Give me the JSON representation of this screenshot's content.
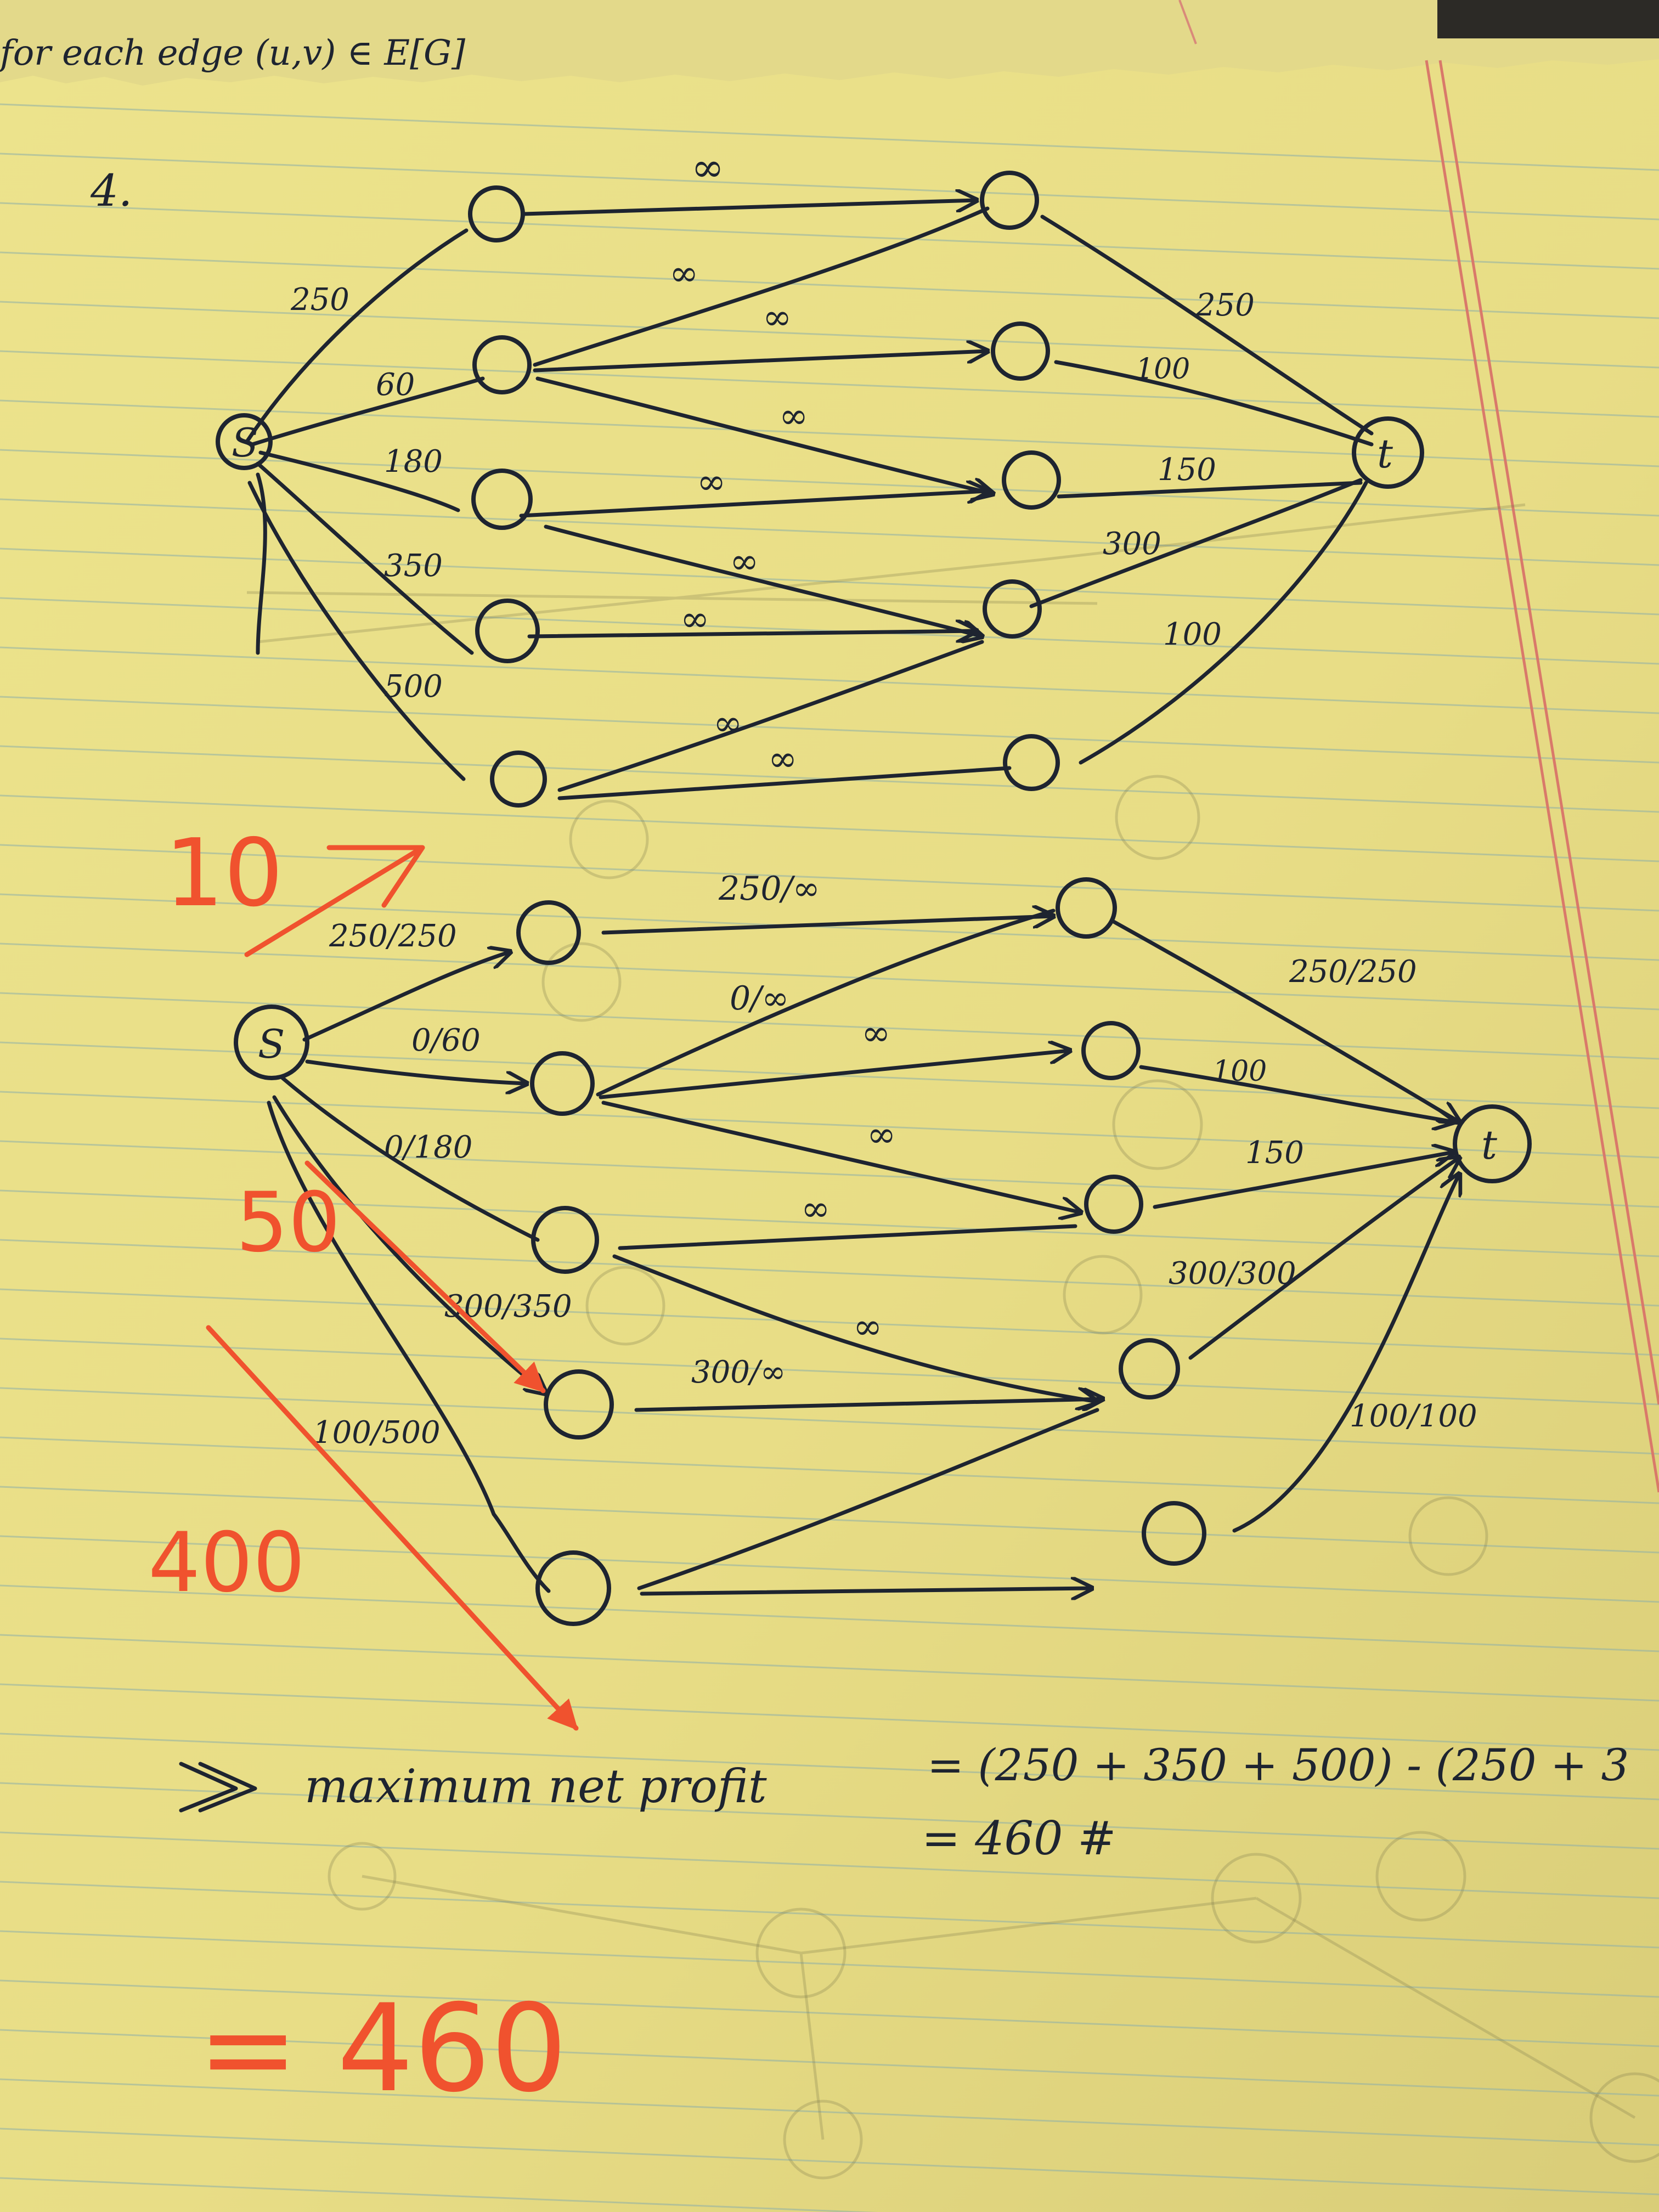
{
  "back_page_text": "for each edge (u,v) ∈ E[G]",
  "problem_number": "4.",
  "graph_top": {
    "source_label": "S",
    "sink_label": "t",
    "labels": [
      "250",
      "60",
      "180",
      "350",
      "500",
      "∞",
      "∞",
      "∞",
      "∞",
      "∞",
      "∞",
      "∞",
      "∞",
      "∞",
      "250",
      "100",
      "150",
      "300",
      "100"
    ]
  },
  "graph_bottom": {
    "source_label": "S",
    "sink_label": "t",
    "labels": [
      "250/250",
      "0/60",
      "0/180",
      "300/350",
      "100/500",
      "250/∞",
      "0/∞",
      "∞",
      "∞",
      "∞",
      "∞",
      "300/∞",
      "250/250",
      "100",
      "150",
      "300/300",
      "100/100"
    ]
  },
  "conclusion": {
    "label": "maximum net profit",
    "expression": "= (250 + 350 + 500) - (250 + 3",
    "result": "= 460 #"
  },
  "red_notes": [
    "10",
    "50",
    "400",
    "= 460"
  ]
}
